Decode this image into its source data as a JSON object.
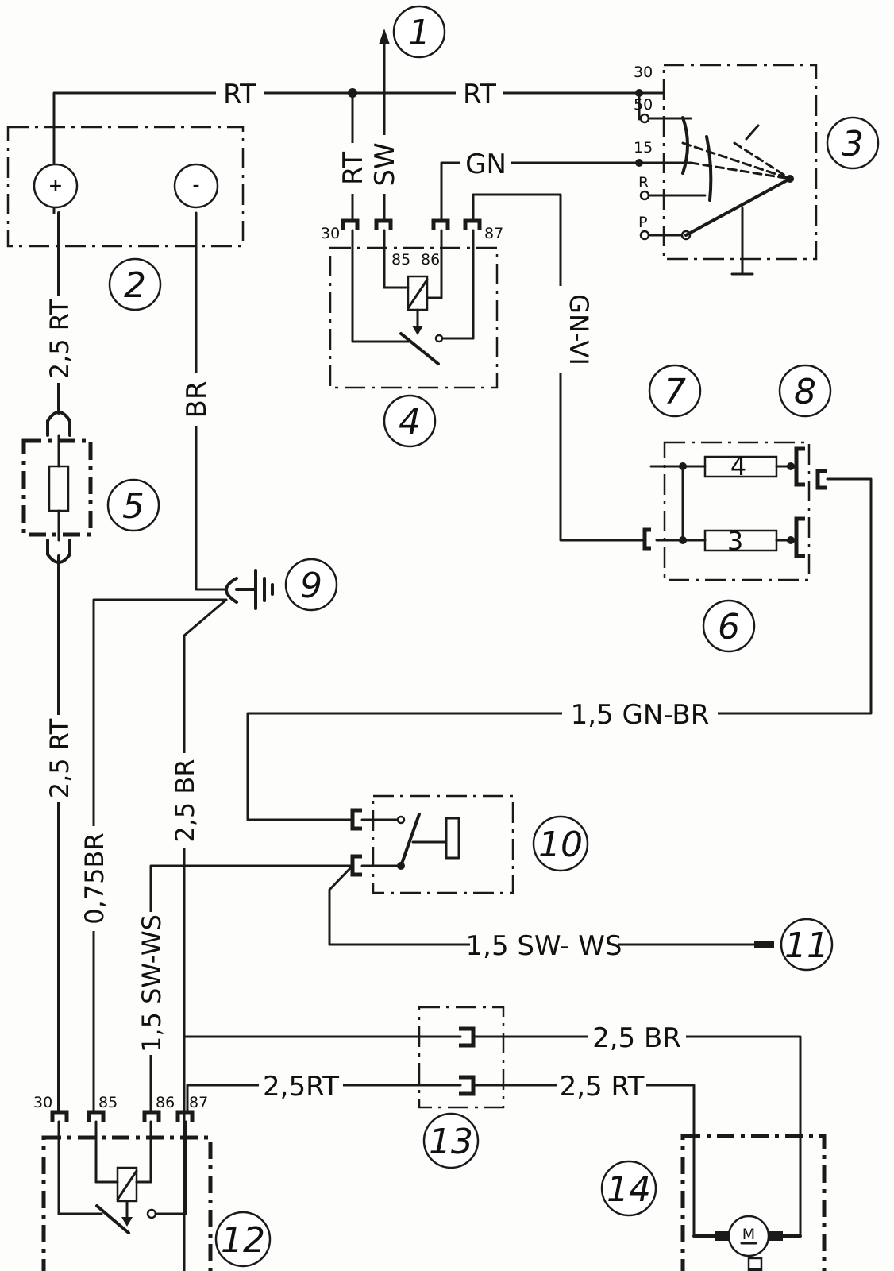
{
  "components": [
    {
      "num": "1"
    },
    {
      "num": "2"
    },
    {
      "num": "3"
    },
    {
      "num": "4"
    },
    {
      "num": "5"
    },
    {
      "num": "6"
    },
    {
      "num": "7"
    },
    {
      "num": "8"
    },
    {
      "num": "9"
    },
    {
      "num": "10"
    },
    {
      "num": "11"
    },
    {
      "num": "12"
    },
    {
      "num": "13"
    },
    {
      "num": "14"
    }
  ],
  "wire_labels": {
    "rt_left": "RT",
    "rt_right": "RT",
    "rt_vertical": "RT",
    "sw_vertical": "SW",
    "gn": "GN",
    "gn_vi": "GN-VI",
    "br": "BR",
    "rt_25_top": "2,5 RT",
    "rt_25_mid": "2,5 RT",
    "br_075": "0,75BR",
    "br_25": "2,5 BR",
    "sw_ws_vertical": "1,5 SW-WS",
    "gn_br_15": "1,5 GN-BR",
    "sw_ws_15": "1,5 SW- WS",
    "br_25_bottom": "2,5 BR",
    "rt_25_left": "2,5RT",
    "rt_25_right": "2,5 RT"
  },
  "pins": {
    "relay4": [
      "30",
      "85",
      "86",
      "87"
    ],
    "relay12": [
      "30",
      "85",
      "86",
      "87"
    ],
    "switch3": [
      "30",
      "50",
      "15",
      "R",
      "P"
    ]
  },
  "symbols": {
    "battery_plus": "+",
    "battery_minus": "-",
    "fuse_4": "4",
    "fuse_3": "3",
    "motor": "M"
  },
  "colors": {
    "ink": "#1a1a1a",
    "paper": "#fdfdfc"
  }
}
